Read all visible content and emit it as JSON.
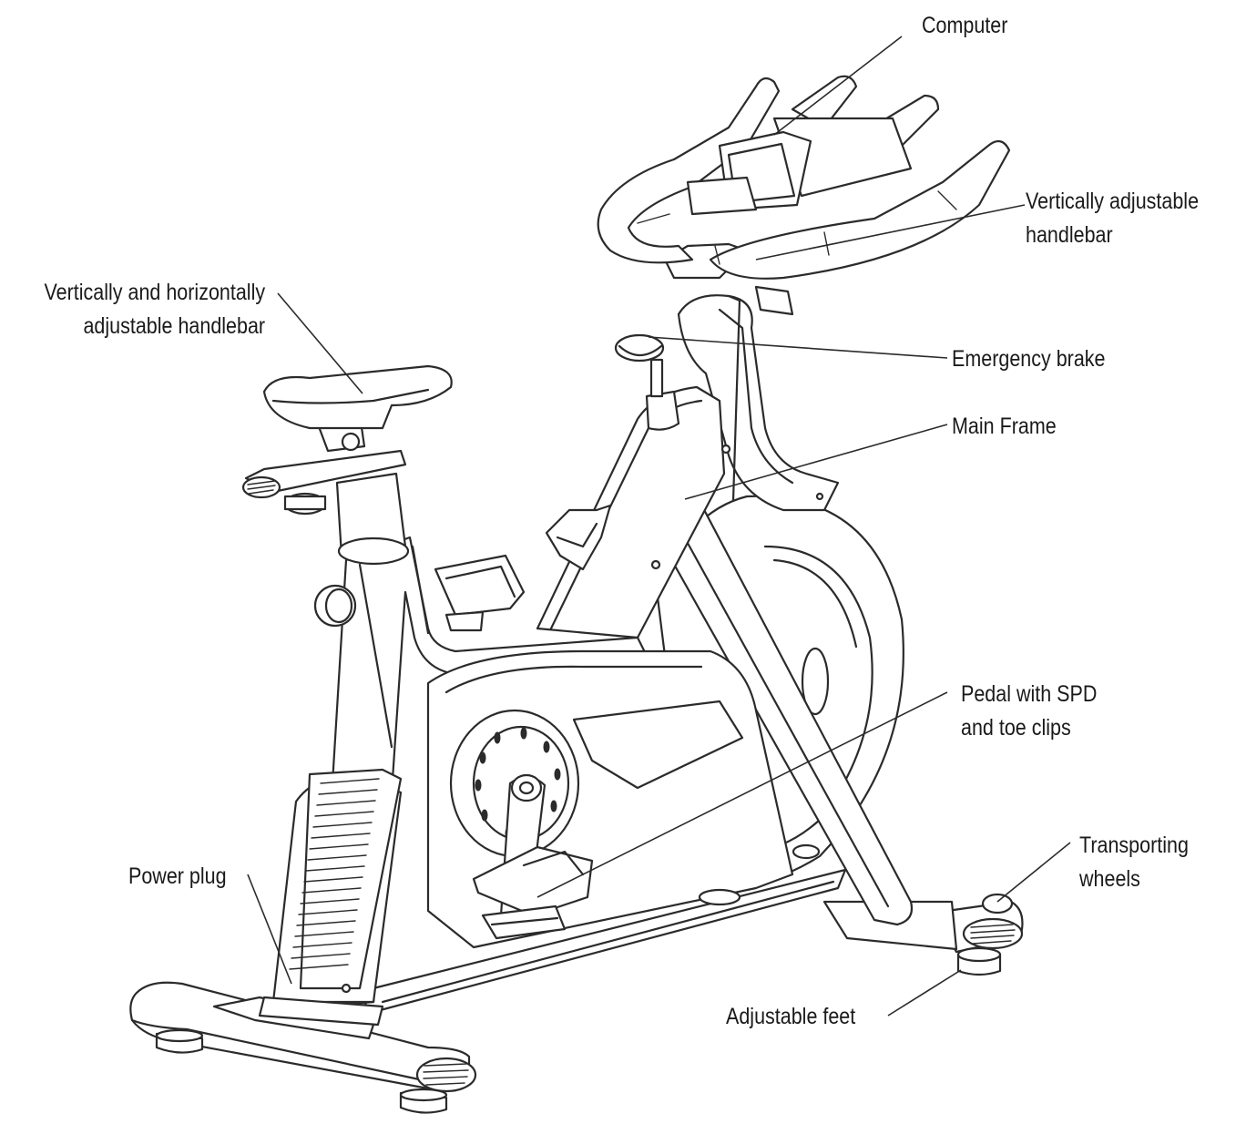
{
  "labels": {
    "computer": "Computer",
    "handlebar_front": [
      "Vertically adjustable",
      "handlebar"
    ],
    "seat": [
      "Vertically and horizontally",
      "adjustable handlebar"
    ],
    "emergency_brake": "Emergency brake",
    "main_frame": "Main Frame",
    "pedal": [
      "Pedal with SPD",
      "and toe clips"
    ],
    "transport_wheels": [
      "Transporting",
      "wheels"
    ],
    "power_plug": "Power plug",
    "adjustable_feet": "Adjustable feet"
  },
  "icons": {
    "bike": "exercise-bike-line-drawing"
  },
  "colors": {
    "ink": "#2b2b2b",
    "background": "#ffffff"
  }
}
